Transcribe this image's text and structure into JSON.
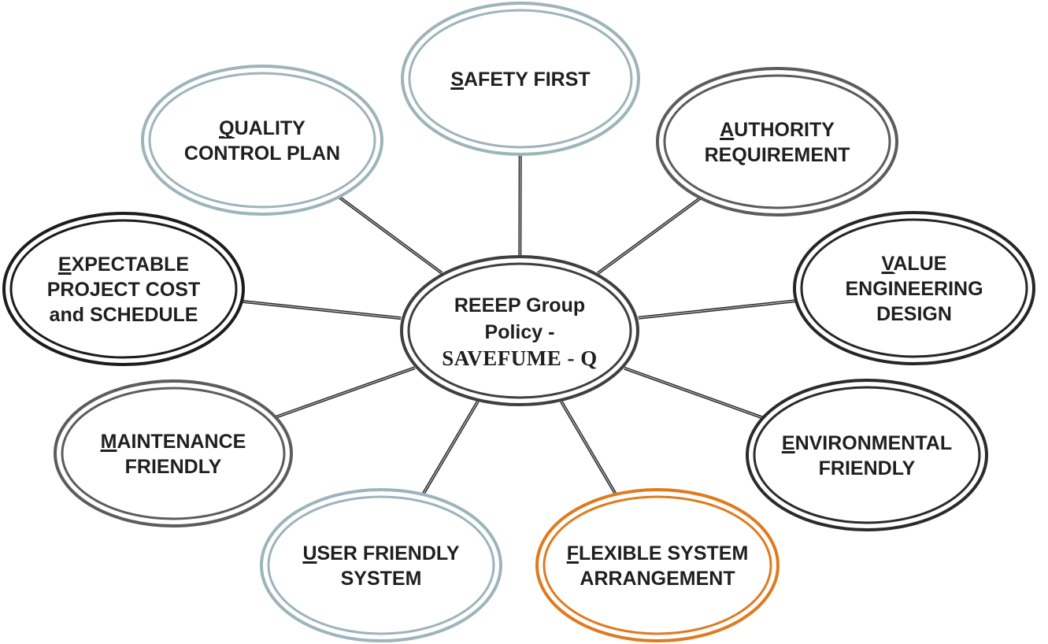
{
  "center": {
    "lines": [
      "REEEP Group",
      "Policy -"
    ],
    "acronym": "SAVEFUME - Q",
    "ring_color": "#3f3f3f"
  },
  "nodes": [
    {
      "id": "safety-first",
      "first_letter": "S",
      "lines": [
        "SAFETY FIRST"
      ],
      "ring_color": "#9db4bb"
    },
    {
      "id": "authority-requirement",
      "first_letter": "A",
      "lines": [
        "AUTHORITY",
        "REQUIREMENT"
      ],
      "ring_color": "#5c5c5c"
    },
    {
      "id": "value-engineering-design",
      "first_letter": "V",
      "lines": [
        "VALUE",
        "ENGINEERING",
        "DESIGN"
      ],
      "ring_color": "#262626"
    },
    {
      "id": "environmental-friendly",
      "first_letter": "E",
      "lines": [
        "ENVIRONMENTAL",
        "FRIENDLY"
      ],
      "ring_color": "#2b2b2b"
    },
    {
      "id": "flexible-system-arrangement",
      "first_letter": "F",
      "lines": [
        "FLEXIBLE SYSTEM",
        "ARRANGEMENT"
      ],
      "ring_color": "#e07a1f"
    },
    {
      "id": "user-friendly-system",
      "first_letter": "U",
      "lines": [
        "USER FRIENDLY",
        "SYSTEM"
      ],
      "ring_color": "#9db4bb"
    },
    {
      "id": "maintenance-friendly",
      "first_letter": "M",
      "lines": [
        "MAINTENANCE",
        "FRIENDLY"
      ],
      "ring_color": "#5c5c5c"
    },
    {
      "id": "expectable-project-cost",
      "first_letter": "E",
      "lines": [
        "EXPECTABLE",
        "PROJECT COST",
        "and SCHEDULE"
      ],
      "ring_color": "#1c1c1c"
    },
    {
      "id": "quality-control-plan",
      "first_letter": "Q",
      "lines": [
        "QUALITY",
        "CONTROL PLAN"
      ],
      "ring_color": "#9db4bb"
    }
  ]
}
